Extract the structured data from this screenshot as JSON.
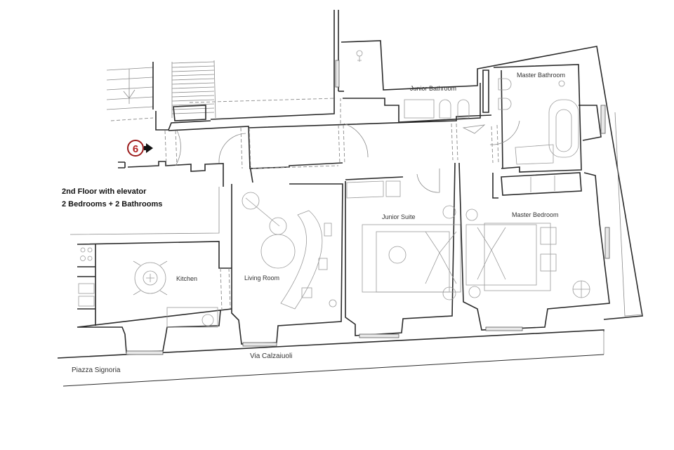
{
  "plan": {
    "title_line1": "2nd Floor with elevator",
    "title_line2": "2 Bedrooms + 2 Bathrooms",
    "entrance_badge": "6",
    "entrance_badge_color": "#b22222"
  },
  "rooms": [
    {
      "id": "junior-bathroom",
      "label": "Junior Bathroom"
    },
    {
      "id": "master-bathroom",
      "label": "Master Bathroom"
    },
    {
      "id": "junior-suite",
      "label": "Junior Suite"
    },
    {
      "id": "master-bedroom",
      "label": "Master Bedroom"
    },
    {
      "id": "kitchen",
      "label": "Kitchen"
    },
    {
      "id": "living-room",
      "label": "Living Room"
    }
  ],
  "streets": {
    "main": "Via Calzaiuoli",
    "square": "Piazza Signoria"
  }
}
